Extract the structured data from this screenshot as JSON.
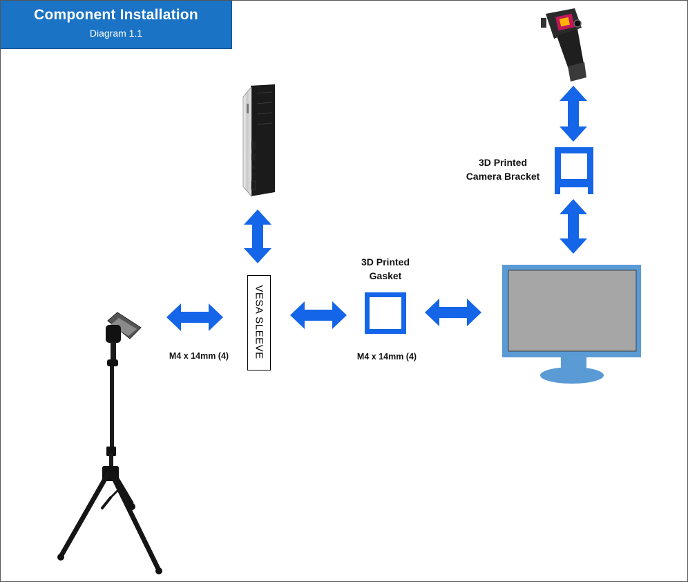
{
  "header": {
    "title": "Component Installation",
    "subtitle": "Diagram 1.1"
  },
  "nodes": {
    "vesa_sleeve": "VESA SLEEVE",
    "gasket_label_line1": "3D Printed",
    "gasket_label_line2": "Gasket",
    "bracket_label_line1": "3D Printed",
    "bracket_label_line2": "Camera Bracket"
  },
  "screws": {
    "left": "M4 x 14mm (4)",
    "right": "M4 x 14mm (4)"
  },
  "colors": {
    "header_bg": "#1a73c4",
    "arrow": "#1565e8",
    "monitor": "#5b9bd5",
    "monitor_screen": "#a6a6a6"
  }
}
